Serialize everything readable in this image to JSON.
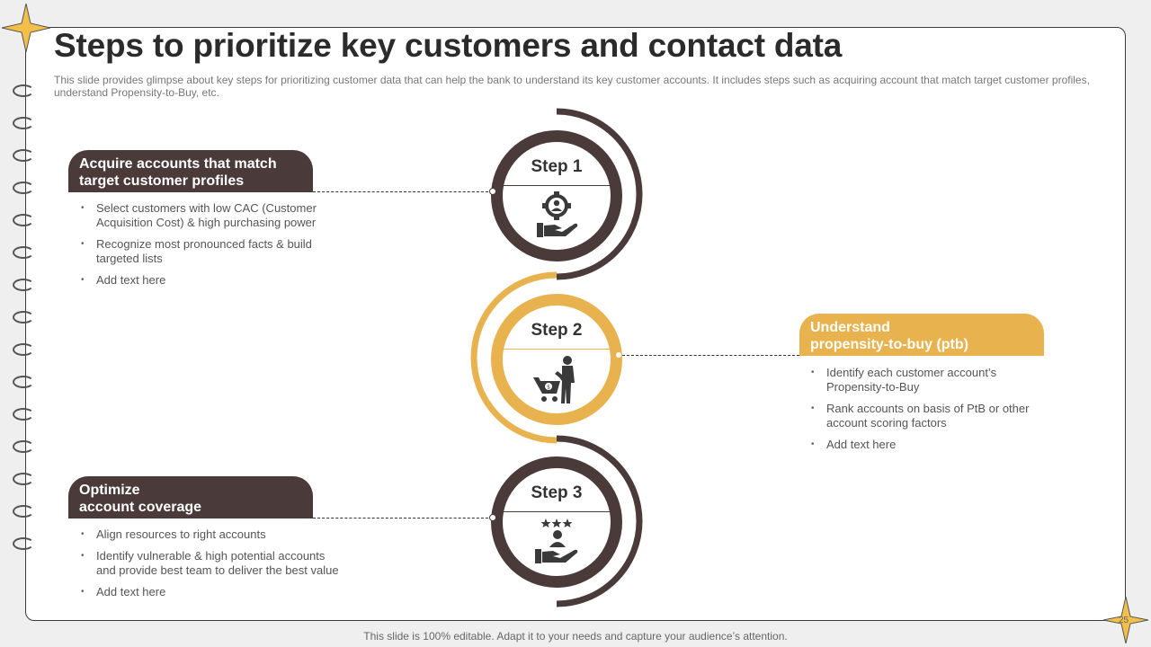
{
  "title": "Steps to prioritize key customers and contact data",
  "subtitle": "This slide provides glimpse about key steps for prioritizing customer data that can help the bank to understand its key customer accounts. It includes steps such as acquiring account that match target customer profiles, understand Propensity-to-Buy, etc.",
  "steps": [
    {
      "label": "Step 1",
      "icon": "gear-user-hand-icon"
    },
    {
      "label": "Step 2",
      "icon": "shopper-cart-icon"
    },
    {
      "label": "Step 3",
      "icon": "rated-user-hand-icon"
    }
  ],
  "sections": [
    {
      "heading": [
        "Acquire accounts that match",
        "target customer profiles"
      ],
      "bullets": [
        [
          "Select customers with low CAC (Customer",
          "Acquisition Cost) & high purchasing power"
        ],
        [
          "Recognize most pronounced facts & build",
          "targeted lists"
        ],
        [
          "Add text here"
        ]
      ]
    },
    {
      "heading": [
        "Understand",
        "propensity-to-buy (ptb)"
      ],
      "bullets": [
        [
          "Identify each customer account’s",
          "Propensity-to-Buy"
        ],
        [
          "Rank accounts on basis of PtB or other",
          "account scoring factors"
        ],
        [
          "Add text here"
        ]
      ]
    },
    {
      "heading": [
        "Optimize",
        "account coverage"
      ],
      "bullets": [
        [
          "Align resources to right accounts"
        ],
        [
          "Identify vulnerable & high potential accounts",
          "and provide best team to deliver the best value"
        ],
        [
          "Add text here"
        ]
      ]
    }
  ],
  "footer": "This slide is 100% editable. Adapt it to your needs and capture your audience’s attention.",
  "page_number": "25",
  "colors": {
    "dark": "#4a3a3a",
    "gold": "#e8b34e",
    "text": "#2b2b2b",
    "muted": "#777777"
  }
}
